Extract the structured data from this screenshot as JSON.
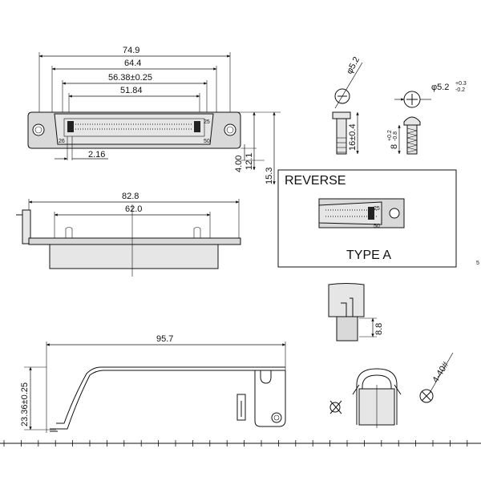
{
  "dimensions": {
    "top_overall_width": "74.9",
    "top_flange_width": "64.4",
    "top_pin_span": "56.38±0.25",
    "top_row_span": "51.84",
    "top_pitch": "2.16",
    "top_pin_25": "25",
    "top_pin_26": "26",
    "top_pin_50": "50",
    "right_h1": "4.00",
    "right_h2": "12.1",
    "right_h3": "15.3",
    "side_width": "82.8",
    "side_inner": "62.0",
    "bottom_length": "95.7",
    "bottom_height": "23.36±0.25",
    "screw_diameter": "φ5.2",
    "screw_length": "16±0.4",
    "screw2_diameter_base": "φ5.2",
    "screw2_tol_plus": "+0.3",
    "screw2_tol_minus": "-0.2",
    "screw2_len_base": "8",
    "screw2_len_plus": "+0.2",
    "screw2_len_minus": "-0.8",
    "height_8_8": "8.8",
    "thread": "4-40#"
  },
  "reverse_box": {
    "title": "REVERSE",
    "label": "TYPE A",
    "pin_25": "25",
    "pin_50": "50"
  },
  "edge_mark": "5"
}
